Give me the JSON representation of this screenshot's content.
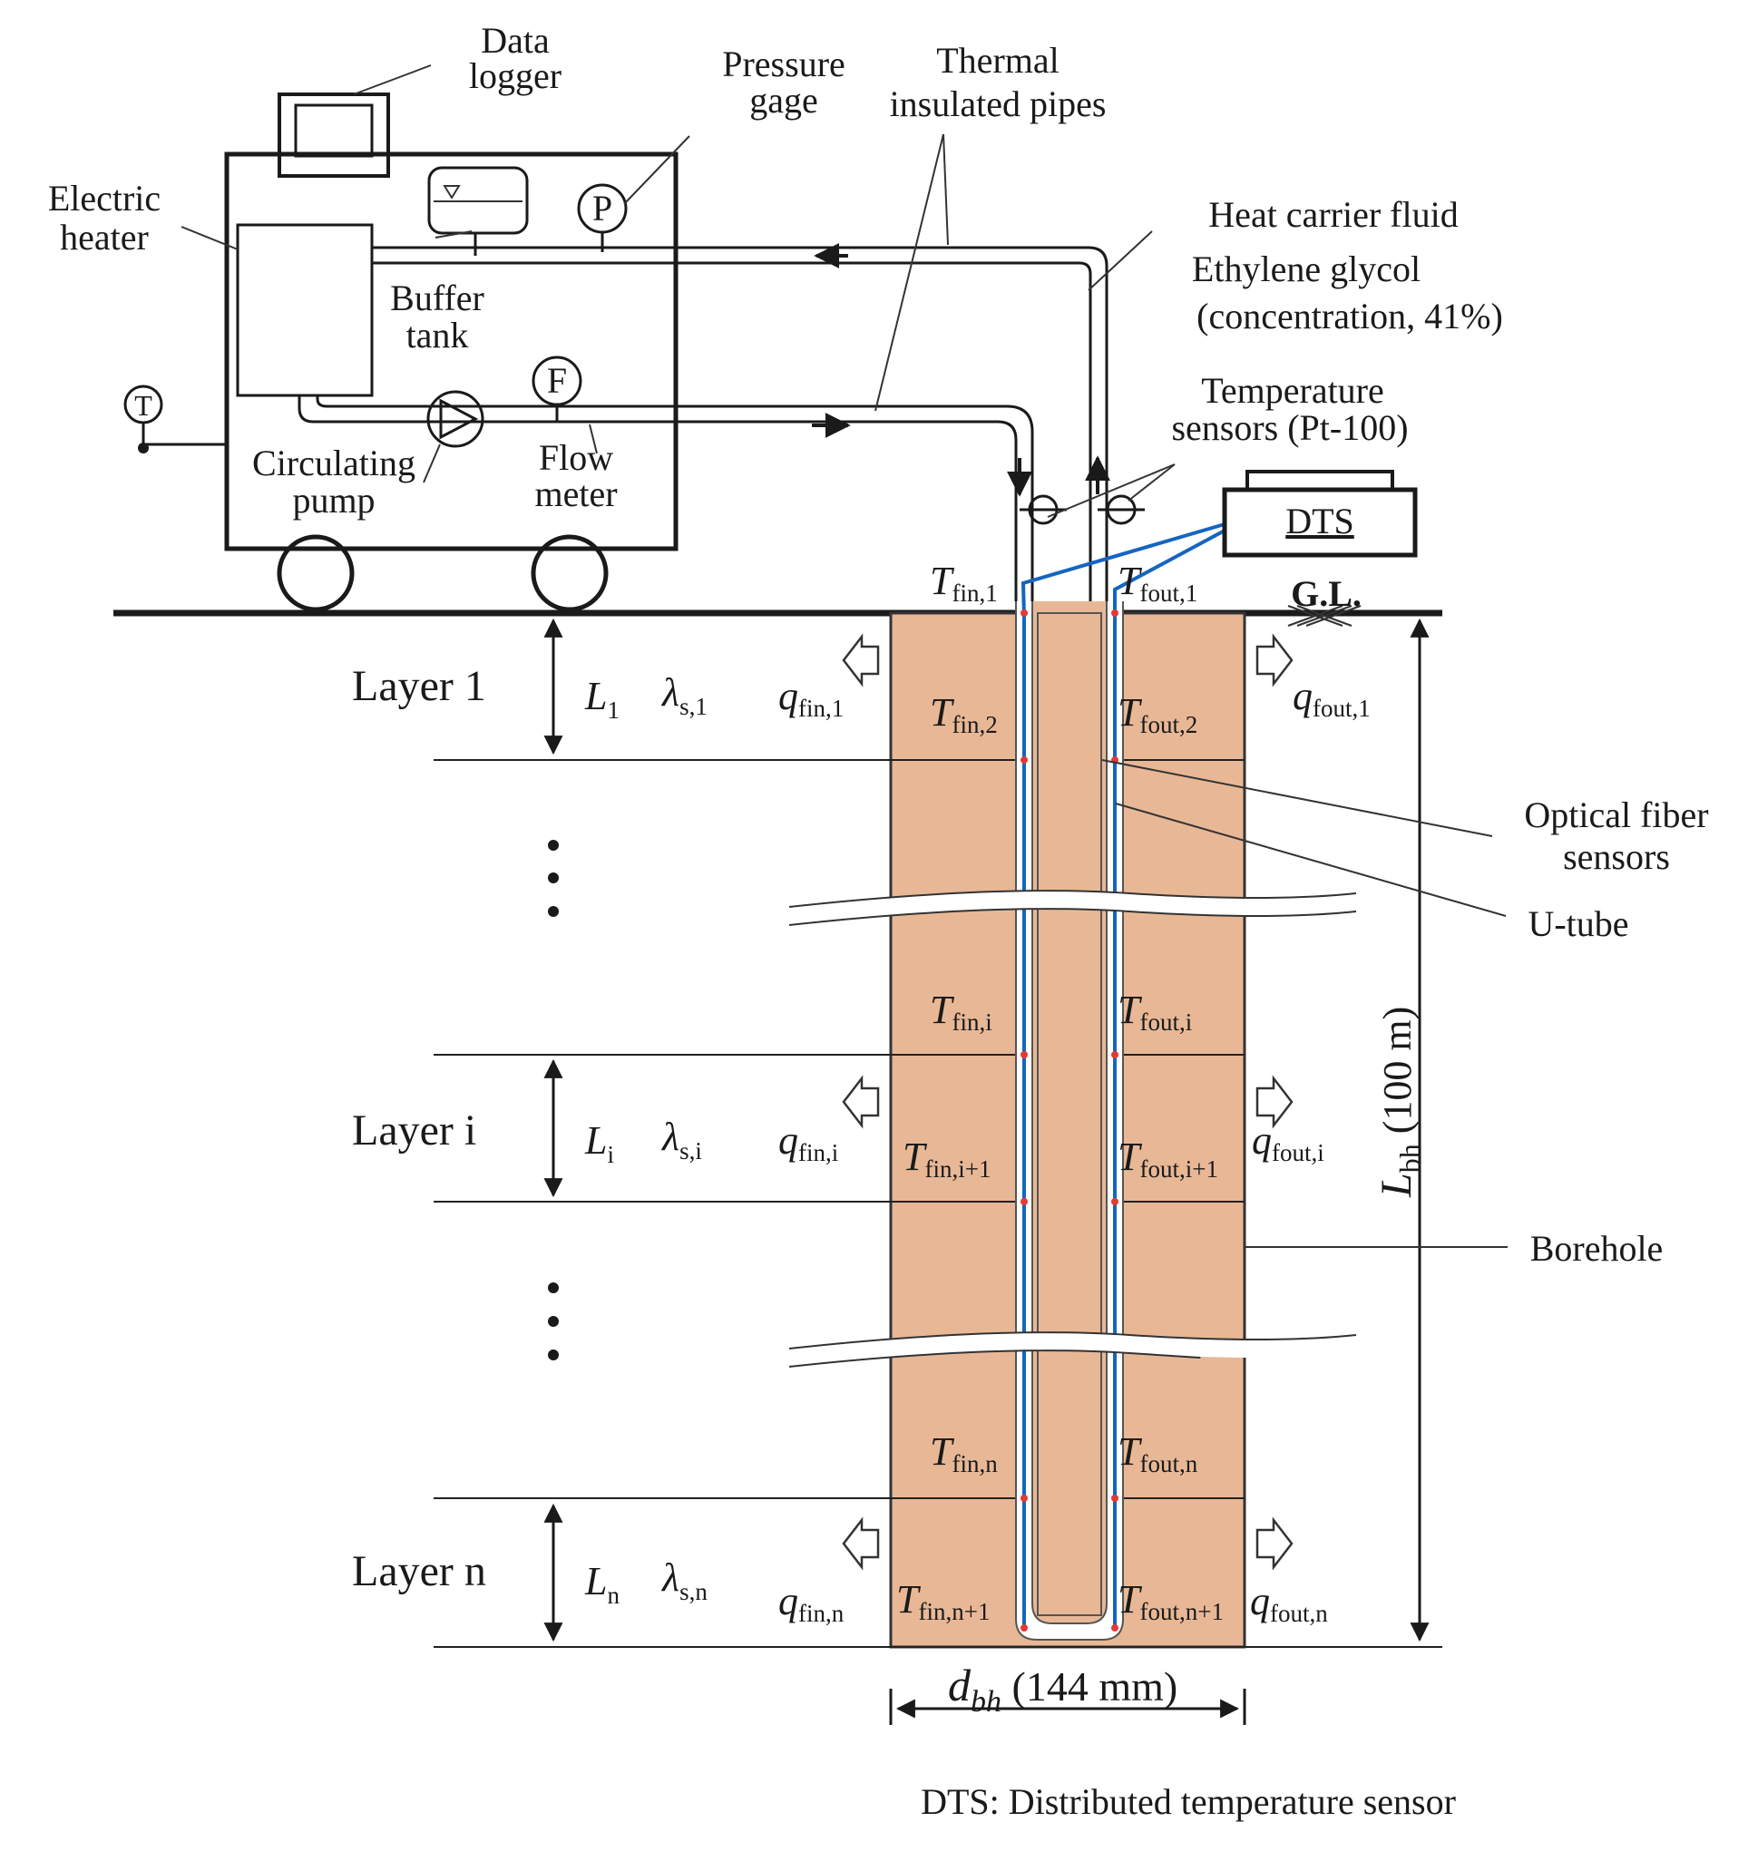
{
  "labels": {
    "data_logger_1": "Data",
    "data_logger_2": "logger",
    "pressure_gage_1": "Pressure",
    "pressure_gage_2": "gage",
    "thermal_pipes_1": "Thermal",
    "thermal_pipes_2": "insulated pipes",
    "electric_heater_1": "Electric",
    "electric_heater_2": "heater",
    "buffer_tank_1": "Buffer",
    "buffer_tank_2": "tank",
    "circulating_pump_1": "Circulating",
    "circulating_pump_2": "pump",
    "flow_meter_1": "Flow",
    "flow_meter_2": "meter",
    "heat_carrier": "Heat carrier fluid",
    "ethylene_glycol": "Ethylene glycol",
    "concentration": "(concentration, 41%)",
    "temp_sensors_1": "Temperature",
    "temp_sensors_2": "sensors (Pt-100)",
    "dts_box": "DTS",
    "gl": "G.L.",
    "optical_fiber_1": "Optical fiber",
    "optical_fiber_2": "sensors",
    "u_tube": "U-tube",
    "borehole": "Borehole",
    "dts_note": "DTS: Distributed temperature sensor",
    "p_symbol": "P",
    "f_symbol": "F",
    "t_symbol": "T",
    "depth_sym": "L",
    "depth_sub": "bh",
    "depth_val": " (100 m)",
    "diam_sym": "d",
    "diam_sub": "bh",
    "diam_val": " (144 mm)"
  },
  "layers": [
    {
      "name": "Layer  1",
      "L_sub": "1",
      "lambda_sub": "s,1",
      "qin_sub": "fin,1",
      "qout_sub": "fout,1"
    },
    {
      "name": "Layer  i",
      "L_sub": "i",
      "lambda_sub": "s,i",
      "qin_sub": "fin,i",
      "qout_sub": "fout,i"
    },
    {
      "name": "Layer  n",
      "L_sub": "n",
      "lambda_sub": "s,n",
      "qin_sub": "fin,n",
      "qout_sub": "fout,n"
    }
  ],
  "temperatures": [
    {
      "in_sub": "fin,1",
      "out_sub": "fout,1"
    },
    {
      "in_sub": "fin,2",
      "out_sub": "fout,2"
    },
    {
      "in_sub": "fin,i",
      "out_sub": "fout,i"
    },
    {
      "in_sub": "fin,i+1",
      "out_sub": "fout,i+1"
    },
    {
      "in_sub": "fin,n",
      "out_sub": "fout,n"
    },
    {
      "in_sub": "fin,n+1",
      "out_sub": "fout,n+1"
    }
  ],
  "symbols": {
    "T": "T",
    "L": "L",
    "lambda": "λ",
    "q": "q"
  },
  "colors": {
    "borehole": "#e8b896",
    "fiber": "#1565c0",
    "sensor_dot": "#e53935",
    "line": "#1a1a1a"
  }
}
